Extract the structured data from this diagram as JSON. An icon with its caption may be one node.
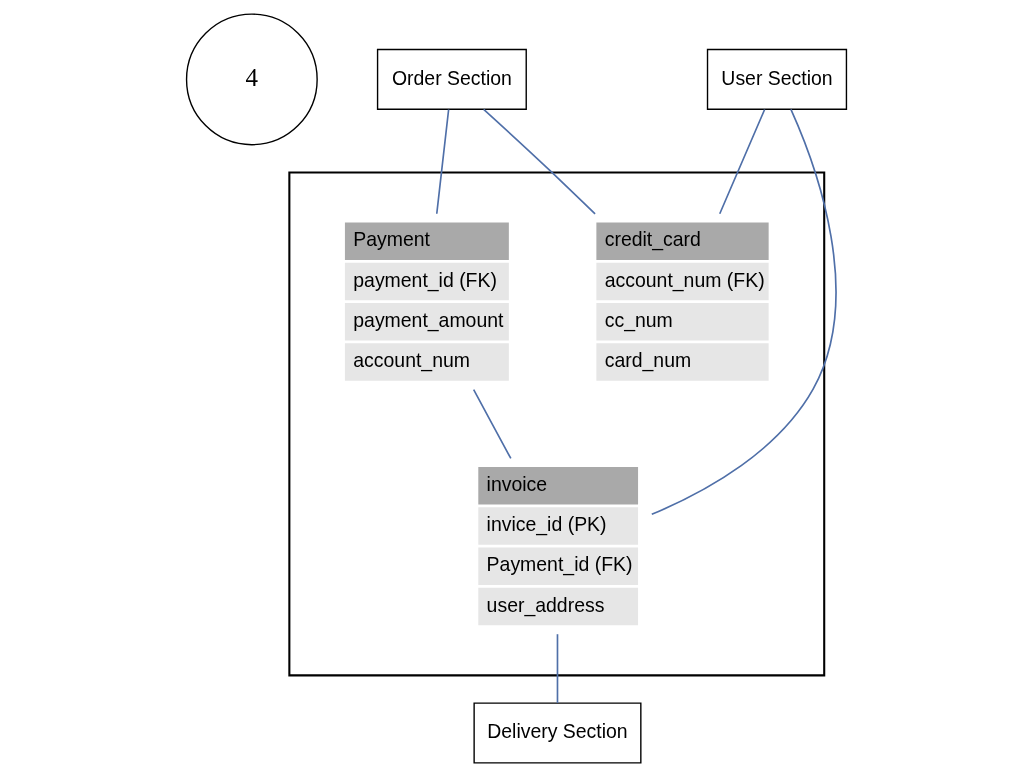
{
  "diagram": {
    "nodes": [
      {
        "text": [
          "4"
        ]
      },
      {
        "text": [
          "Order Section"
        ]
      },
      {
        "text": [],
        "shape": "box"
      },
      {
        "text": [
          "credit_card",
          "account_num (FK)",
          "cc_num",
          "card_num"
        ],
        "in": 2
      },
      {
        "text": [
          "Payment",
          "payment_id (FK)",
          "payment_amount",
          "account_num"
        ],
        "in": 2
      },
      {
        "text": [
          "User Section"
        ]
      },
      {
        "text": [
          "invoice",
          "invice_id (PK)",
          "Payment_id (FK)",
          "user_address"
        ],
        "in": 2
      },
      {
        "text": [
          "Delivery Section"
        ]
      }
    ],
    "edges": [
      {
        "from": 1,
        "to": 3,
        "arrow": "none"
      },
      {
        "from": 1,
        "to": 4,
        "arrow": "none"
      },
      {
        "from": 5,
        "to": 3,
        "arrow": "none"
      },
      {
        "from": 5,
        "to": 6,
        "arrow": "none"
      },
      {
        "from": 4,
        "to": 6,
        "arrow": "none"
      },
      {
        "from": 6,
        "to": 7,
        "arrow": "none"
      }
    ]
  }
}
